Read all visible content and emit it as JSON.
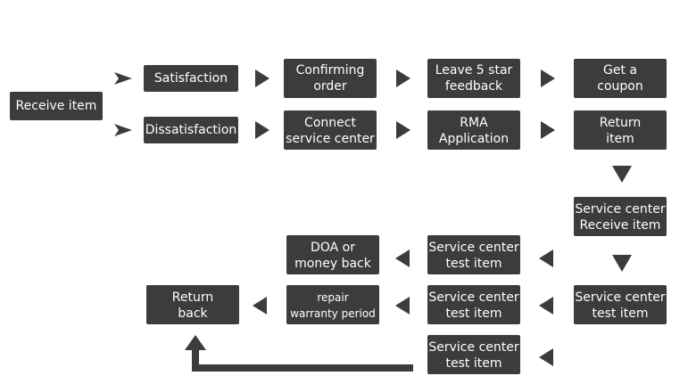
{
  "colors": {
    "node_fill": "#3c3c3c",
    "node_text": "#ffffff",
    "arrow": "#3c3c3c",
    "background": "#ffffff"
  },
  "nodes": {
    "receive_item": [
      "Receive item"
    ],
    "satisfaction": [
      "Satisfaction"
    ],
    "dissatisfaction": [
      "Dissatisfaction"
    ],
    "confirming_order": [
      "Confirming",
      "order"
    ],
    "leave_feedback": [
      "Leave 5 star",
      "feedback"
    ],
    "get_coupon": [
      "Get a",
      "coupon"
    ],
    "connect_service": [
      "Connect",
      "service center"
    ],
    "rma_application": [
      "RMA",
      "Application"
    ],
    "return_item": [
      "Return",
      "item"
    ],
    "service_receive": [
      "Service center",
      "Receive item"
    ],
    "test_item_a": [
      "Service center",
      "test item"
    ],
    "doa_money_back": [
      "DOA or",
      "money back"
    ],
    "test_item_b": [
      "Service center",
      "test item"
    ],
    "test_item_c": [
      "Service center",
      "test item"
    ],
    "repair_warranty": [
      "repair",
      "warranty period"
    ],
    "return_back": [
      "Return",
      "back"
    ],
    "test_item_d": [
      "Service center",
      "test item"
    ]
  }
}
